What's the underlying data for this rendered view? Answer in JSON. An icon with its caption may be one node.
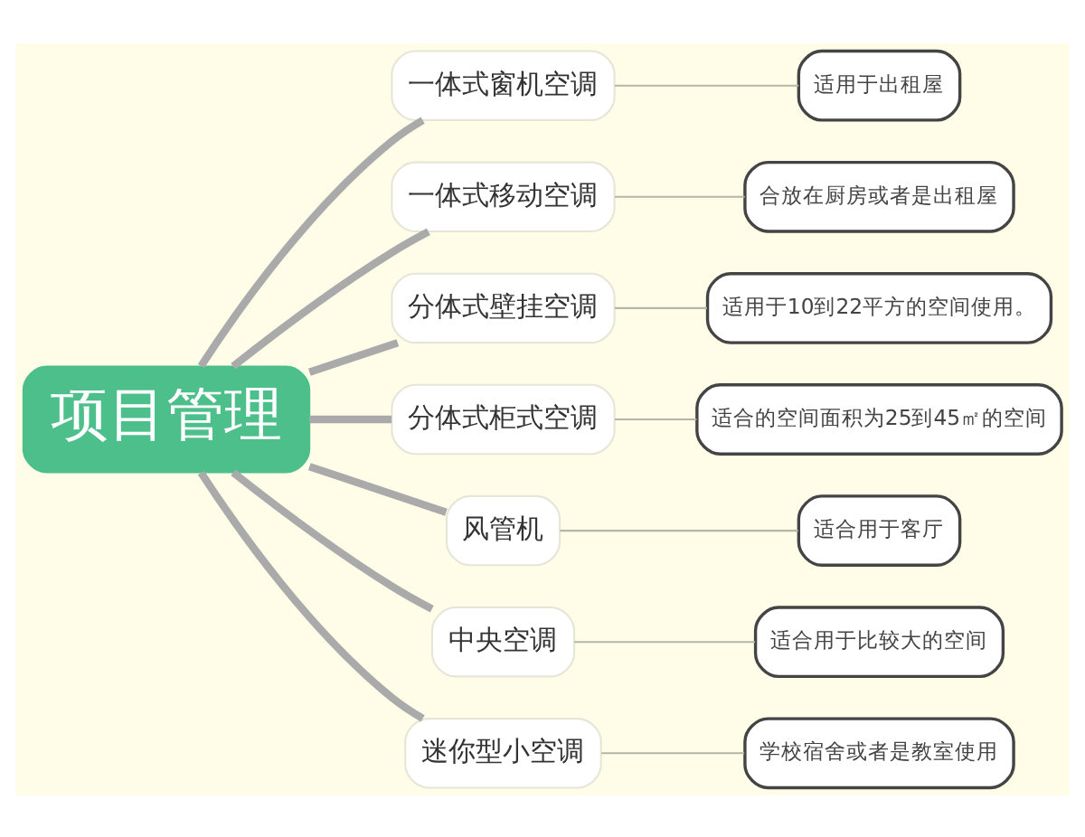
{
  "diagram": {
    "nodes": [
      {
        "text": [
          "项目管理"
        ]
      },
      {
        "text": [
          "一体式窗机空调"
        ]
      },
      {
        "text": [
          "适用于出租屋"
        ]
      },
      {
        "text": [
          "一体式移动空调"
        ]
      },
      {
        "text": [
          "合放在厨房或者是出租屋"
        ]
      },
      {
        "text": [
          "分体式壁挂空调"
        ]
      },
      {
        "text": [
          "适用于10到22平方的空间使用。"
        ]
      },
      {
        "text": [
          "分体式柜式空调"
        ]
      },
      {
        "text": [
          "适合的空间面积为25到45㎡的空间"
        ]
      },
      {
        "text": [
          "风管机"
        ]
      },
      {
        "text": [
          "适合用于客厅"
        ]
      },
      {
        "text": [
          "中央空调"
        ]
      },
      {
        "text": [
          "适合用于比较大的空间"
        ]
      },
      {
        "text": [
          "迷你型小空调"
        ]
      },
      {
        "text": [
          "学校宿舍或者是教室使用"
        ]
      }
    ],
    "edges": [
      {
        "from": 0,
        "to": 1,
        "arrow": "none",
        "style": "thick"
      },
      {
        "from": 1,
        "to": 2,
        "arrow": "none"
      },
      {
        "from": 0,
        "to": 3,
        "arrow": "none",
        "style": "thick"
      },
      {
        "from": 3,
        "to": 4,
        "arrow": "none"
      },
      {
        "from": 0,
        "to": 5,
        "arrow": "none",
        "style": "thick"
      },
      {
        "from": 5,
        "to": 6,
        "arrow": "none"
      },
      {
        "from": 0,
        "to": 7,
        "arrow": "none",
        "style": "thick"
      },
      {
        "from": 7,
        "to": 8,
        "arrow": "none"
      },
      {
        "from": 0,
        "to": 9,
        "arrow": "none",
        "style": "thick"
      },
      {
        "from": 9,
        "to": 10,
        "arrow": "none"
      },
      {
        "from": 0,
        "to": 11,
        "arrow": "none",
        "style": "thick"
      },
      {
        "from": 11,
        "to": 12,
        "arrow": "none"
      },
      {
        "from": 0,
        "to": 13,
        "arrow": "none",
        "style": "thick"
      },
      {
        "from": 13,
        "to": 14,
        "arrow": "none"
      }
    ]
  }
}
